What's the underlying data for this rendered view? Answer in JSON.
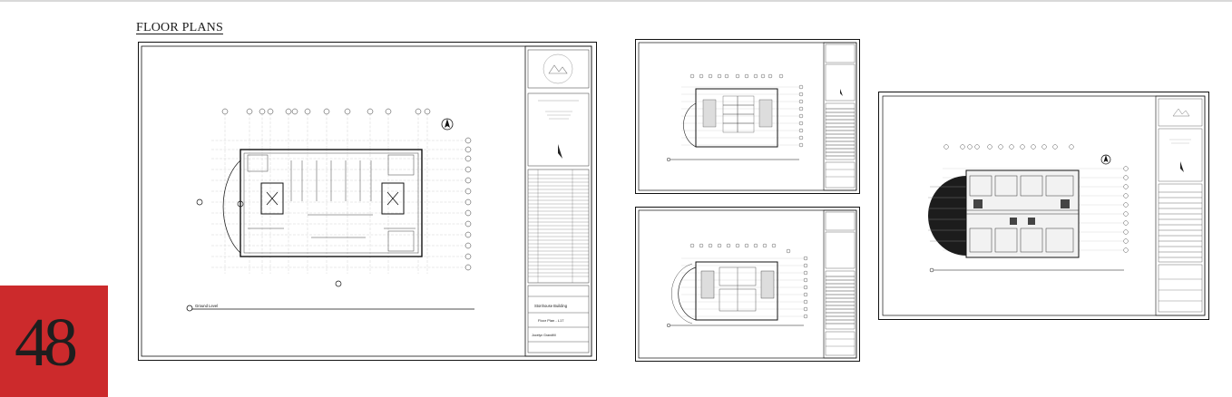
{
  "section": {
    "title": "FLOOR PLANS"
  },
  "page": {
    "number": "48"
  },
  "colors": {
    "badge": "#cc2a2c",
    "ink": "#1a1a1a",
    "line": "#333333"
  },
  "sheets": [
    {
      "id": "large",
      "label": "Ground Level",
      "project": "Stonhouse Building",
      "drawing": "Floor Plan - L17",
      "author": "Jocelyn Grandfill"
    },
    {
      "id": "upper-middle"
    },
    {
      "id": "lower-middle"
    },
    {
      "id": "right"
    }
  ]
}
